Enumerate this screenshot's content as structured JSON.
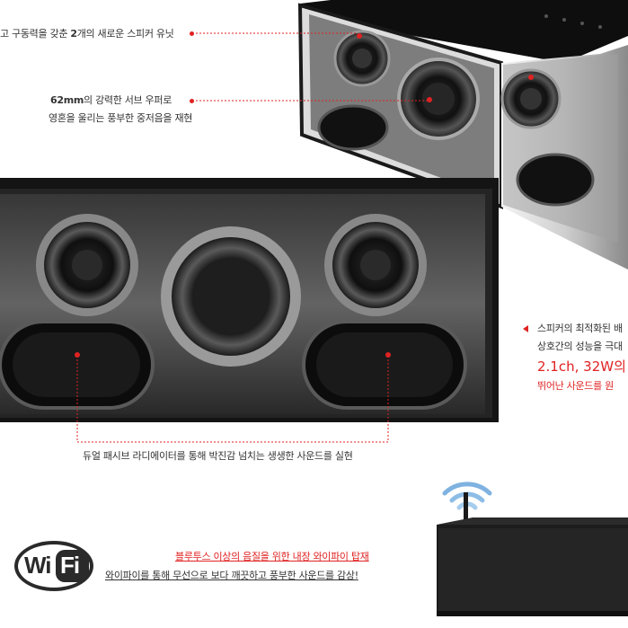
{
  "callouts": {
    "units": {
      "text_pre": "고 구동력을 갖춘 ",
      "text_bold": "2",
      "text_post": "개의 새로운 스피커 유닛"
    },
    "subwoofer": {
      "line1_bold": "62mm",
      "line1_rest": "의 강력한 서브 우퍼로",
      "line2": "영혼을 울리는 풍부한 중저음을 재현"
    },
    "right": {
      "line1": "스피커의 최적화된 배",
      "line2": "상호간의 성능을 극대",
      "line3": "2.1ch, 32W의",
      "line4": "뛰어난 사운드를 원"
    },
    "passive": "듀얼 패시브 라디에이터를 통해 박진감 넘치는 생생한 사운드를 실현"
  },
  "wifi": {
    "logo_w": "Wi",
    "logo_fi": "Fi",
    "headline": "블루투스 이상의 음질을 위한 내장 와이파이 탑재",
    "body": "와이파이를 통해 무선으로 보다 깨끗하고 풍부한 사운드를 감상!"
  },
  "colors": {
    "accent": "#e02222",
    "speaker_body": "#1a1a1a",
    "wifi_signal": "#7fb2e0"
  }
}
